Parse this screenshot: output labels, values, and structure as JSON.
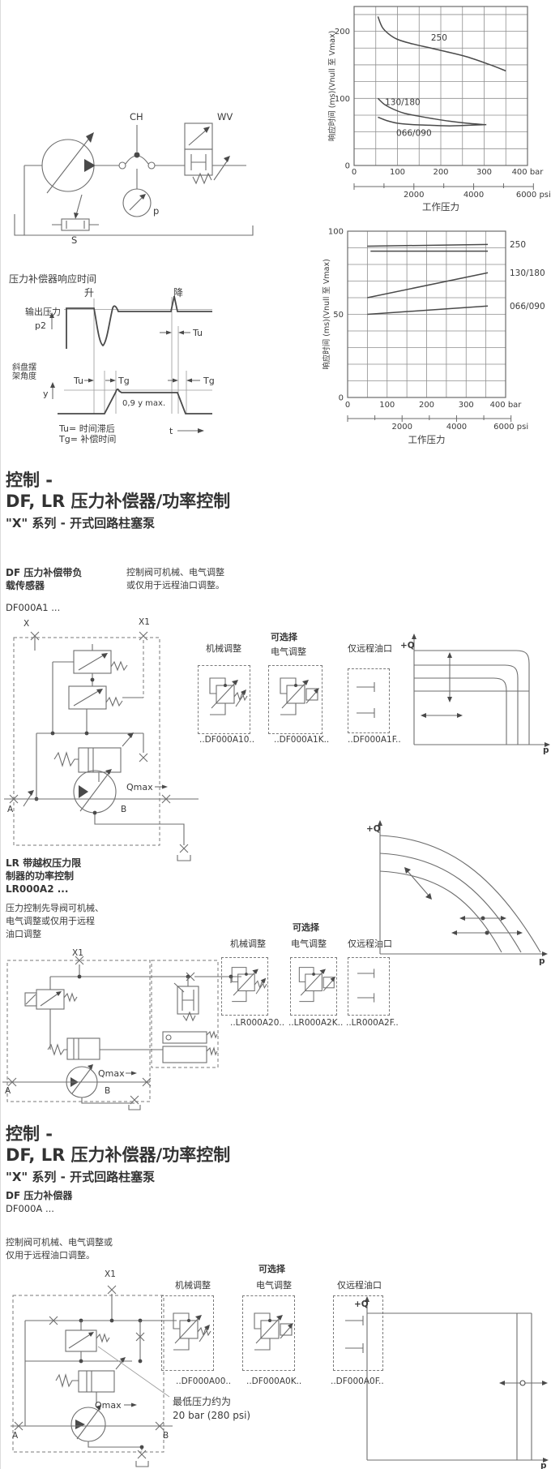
{
  "meta": {
    "colors": {
      "text": "#3b3b3b",
      "line": "#6e6e6e",
      "curve": "#4a4a4a"
    }
  },
  "top_circuit": {
    "ch": "CH",
    "wv": "WV",
    "p": "p",
    "s": "S"
  },
  "timing": {
    "title": "压力补偿器响应时间",
    "rise": "升",
    "fall": "降",
    "out_pressure": "输出压力",
    "p2": "p2",
    "swash1": "斜盘摆",
    "swash2": "架角度",
    "y": "y",
    "tu": "Tu",
    "tg": "Tg",
    "ymax": "0,9 y max.",
    "legend_tu": "Tu= 时间滞后",
    "legend_tg": "Tg= 补偿时间",
    "t": "t"
  },
  "heading": {
    "l1": "控制 -",
    "l2": "DF, LR 压力补偿器/功率控制",
    "l3": "\"X\" 系列 - 开式回路柱塞泵"
  },
  "df1": {
    "title1": "DF 压力补偿带负",
    "title2": "载传感器",
    "note1": "控制阀可机械、电气调整",
    "note2": "或仅用于远程油口调整。",
    "model": "DF000A1 ...",
    "optional": "可选择",
    "mech": "机械调整",
    "elec": "电气调整",
    "remote": "仅远程油口",
    "code_mech": "..DF000A10..",
    "code_elec": "..DF000A1K..",
    "code_remote": "..DF000A1F..",
    "x": "X",
    "x1": "X1",
    "a": "A",
    "b": "B",
    "qmax": "Qmax"
  },
  "lr": {
    "title1": "LR 带越权压力限",
    "title2": "制器的功率控制",
    "model": "LR000A2 ...",
    "note1": "压力控制先导阀可机械、",
    "note2": "电气调整或仅用于远程",
    "note3": "油口调整",
    "optional": "可选择",
    "mech": "机械调整",
    "elec": "电气调整",
    "remote": "仅远程油口",
    "code_mech": "..LR000A20..",
    "code_elec": "..LR000A2K..",
    "code_remote": "..LR000A2F..",
    "x1": "X1",
    "a": "A",
    "b": "B",
    "qmax": "Qmax"
  },
  "df2": {
    "title": "DF 压力补偿器",
    "model": "DF000A ...",
    "note1": "控制阀可机械、电气调整或",
    "note2": "仅用于远程油口调整。",
    "optional": "可选择",
    "mech": "机械调整",
    "elec": "电气调整",
    "remote": "仅远程油口",
    "code_mech": "..DF000A00..",
    "code_elec": "..DF000A0K..",
    "code_remote": "..DF000A0F..",
    "min_p1": "最低压力约为",
    "min_p2": "20 bar (280 psi)",
    "x1": "X1",
    "a": "A",
    "b": "B",
    "qmax": "Qmax"
  },
  "pq": {
    "q": "+Q",
    "p": "p"
  },
  "chart_data": [
    {
      "id": "response-time-chart-1",
      "type": "line",
      "title": "",
      "xlabel": "工作压力",
      "ylabel": "响应时间 (ms)(Vnull 至 Vmax)",
      "x_unit": "bar",
      "x2_unit": "psi",
      "xlim": [
        0,
        400
      ],
      "ylim": [
        0,
        237
      ],
      "x_ticks": [
        0,
        100,
        200,
        300,
        400
      ],
      "x2_ticks": [
        2000,
        4000,
        6000
      ],
      "y_ticks": [
        0,
        100,
        200
      ],
      "x_grid_step": 50,
      "y_grid_step": 25,
      "grid": true,
      "legend_position": "on-curve",
      "series": [
        {
          "name": "250",
          "x": [
            55,
            65,
            80,
            100,
            130,
            170,
            210,
            260,
            310,
            350
          ],
          "y": [
            222,
            206,
            196,
            188,
            182,
            176,
            170,
            162,
            151,
            141
          ],
          "label_at": [
            196,
            186
          ]
        },
        {
          "name": "130/180",
          "x": [
            55,
            70,
            90,
            115,
            145,
            180,
            220,
            260,
            300
          ],
          "y": [
            100,
            91,
            84,
            78,
            74,
            70,
            66,
            63,
            61
          ],
          "label_at": [
            112,
            90
          ]
        },
        {
          "name": "066/090",
          "x": [
            55,
            75,
            100,
            135,
            175,
            220,
            265,
            305
          ],
          "y": [
            72,
            67,
            63,
            61,
            60,
            59,
            60,
            61
          ],
          "label_at": [
            138,
            44
          ]
        }
      ]
    },
    {
      "id": "response-time-chart-2",
      "type": "line",
      "title": "",
      "xlabel": "工作压力",
      "ylabel": "响应时间 (ms)(Vnull 至 Vmax)",
      "x_unit": "bar",
      "x2_unit": "psi",
      "xlim": [
        0,
        400
      ],
      "ylim": [
        0,
        100
      ],
      "x_ticks": [
        0,
        100,
        200,
        300,
        400
      ],
      "x2_ticks": [
        2000,
        4000,
        6000
      ],
      "y_ticks": [
        0,
        50,
        100
      ],
      "x_grid_step": 50,
      "y_grid_step": 10,
      "grid": true,
      "legend_position": "right",
      "series": [
        {
          "name": "250",
          "x": [
            50,
            355
          ],
          "y": [
            91,
            92
          ],
          "label_right": true
        },
        {
          "name": "250",
          "x": [
            58,
            355
          ],
          "y": [
            88,
            88
          ],
          "label_right": false
        },
        {
          "name": "130/180",
          "x": [
            50,
            355
          ],
          "y": [
            60,
            75
          ],
          "label_right": true
        },
        {
          "name": "066/090",
          "x": [
            50,
            355
          ],
          "y": [
            50,
            55
          ],
          "label_right": true
        }
      ]
    },
    {
      "id": "pq-df1",
      "type": "line",
      "qualitative": true,
      "xlabel": "p",
      "ylabel": "+Q",
      "description": "恒压特性曲线：多个流量等级的水平线在补偿压力处圆角下降；垂直双箭头表示流量可调，水平双箭头表示压力设定可调"
    },
    {
      "id": "pq-lr",
      "type": "line",
      "qualitative": true,
      "xlabel": "p",
      "ylabel": "+Q",
      "description": "恒功率双曲线特性曲线族；斜向双箭头表示功率设定可调，带点的水平双箭头表示压力限制可调"
    },
    {
      "id": "pq-df2",
      "type": "line",
      "qualitative": true,
      "xlabel": "p",
      "ylabel": "+Q",
      "description": "恒压切断特性：流量水平线在设定压力处垂直下降，两条竖线表示压力设定范围；水平双箭头(带圆点)表示压力设定可调"
    }
  ]
}
